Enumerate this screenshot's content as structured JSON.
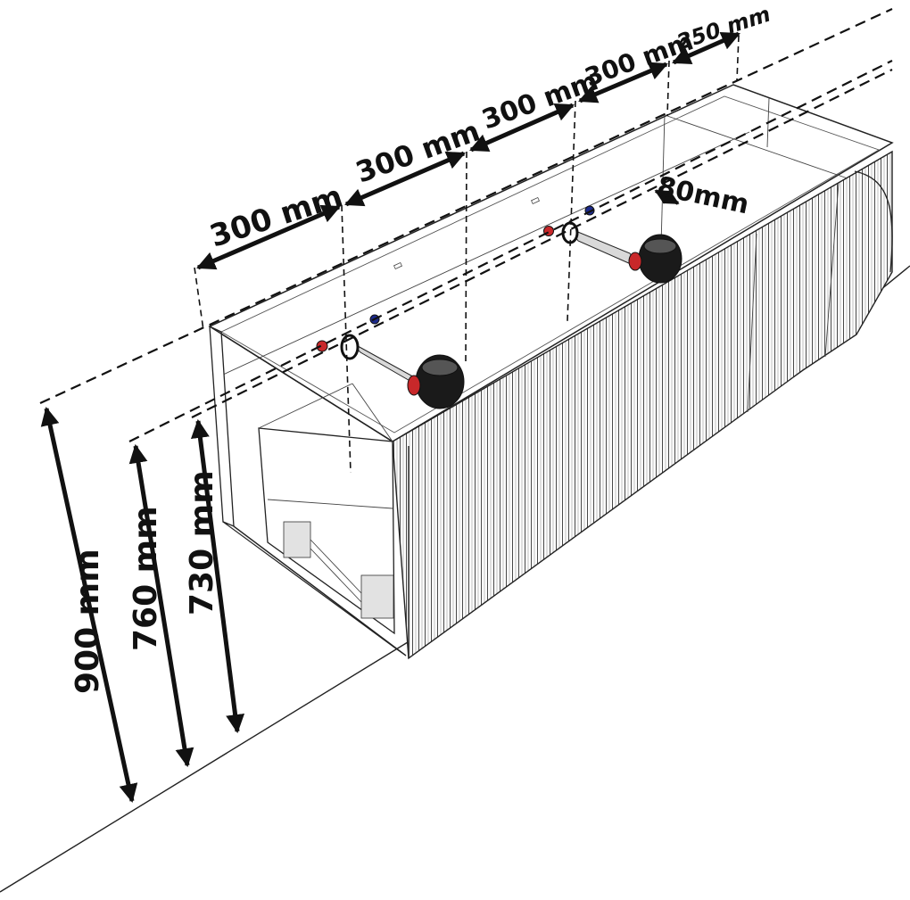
{
  "dimensions": {
    "widths": [
      "300 mm",
      "300 mm",
      "300 mm",
      "300 mm",
      "250 mm"
    ],
    "depth": "80mm",
    "heights": [
      "900 mm",
      "760 mm",
      "730 mm"
    ]
  },
  "colors": {
    "hot_valve": "#c8282a",
    "cold_valve": "#1c2a8c",
    "drain": "#1a1a1a",
    "line": "#222222"
  }
}
